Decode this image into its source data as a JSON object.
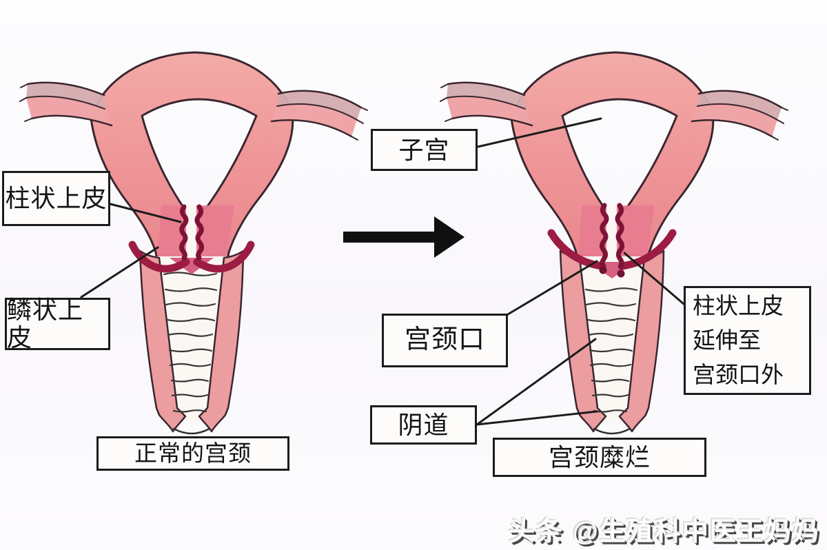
{
  "left_panel": {
    "label_columnar": "柱状上皮",
    "label_squamous": "鳞状上皮",
    "caption": "正常的宫颈"
  },
  "right_panel": {
    "label_uterus": "子宫",
    "label_cervical_os": "宫颈口",
    "label_vagina": "阴道",
    "label_columnar_extension": {
      "line1": "柱状上皮",
      "line2": "延伸至",
      "line3": "宫颈口外"
    },
    "caption": "宫颈糜烂"
  },
  "watermark": {
    "text": "头条 @生殖科中医王妈妈"
  },
  "icons": {
    "transition_arrow": "right-arrow"
  },
  "colors": {
    "body_pink": "#ee9496",
    "body_pink_light": "#f3afab",
    "tube_mauve": "#d3abae",
    "cervix_rose": "#e87b90",
    "cervix_rose_light": "#d5607f",
    "columnar_dark_red": "#7d1336",
    "crimson_wing": "#9c1c44",
    "outline": "#3a2630",
    "rugae_line": "#383838",
    "leader_line": "#1c1c1c",
    "label_border": "#1b1b1b",
    "background": "#f9f7fb"
  }
}
